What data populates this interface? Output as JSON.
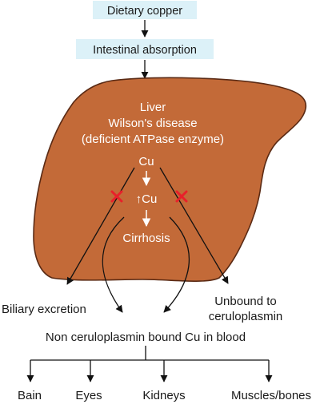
{
  "diagram": {
    "boxes": {
      "dietary": "Dietary copper",
      "intestinal": "Intestinal absorption"
    },
    "liver": {
      "title": "Liver",
      "disease": "Wilson's disease",
      "detail": "(deficient ATPase enzyme)",
      "cu": "Cu",
      "cu_up": "↑Cu",
      "cirrhosis": "Cirrhosis"
    },
    "outputs": {
      "biliary": "Biliary excretion",
      "unbound_line1": "Unbound to",
      "unbound_line2": "ceruloplasmin",
      "blood": "Non ceruloplasmin bound Cu in blood"
    },
    "targets": [
      "Bain",
      "Eyes",
      "Kidneys",
      "Muscles/bones"
    ],
    "colors": {
      "box_fill": "#dcf1f8",
      "liver_fill": "#c36a38",
      "liver_stroke": "#5a2a14",
      "cross": "#e8202a",
      "text": "#1a1a1a"
    }
  }
}
